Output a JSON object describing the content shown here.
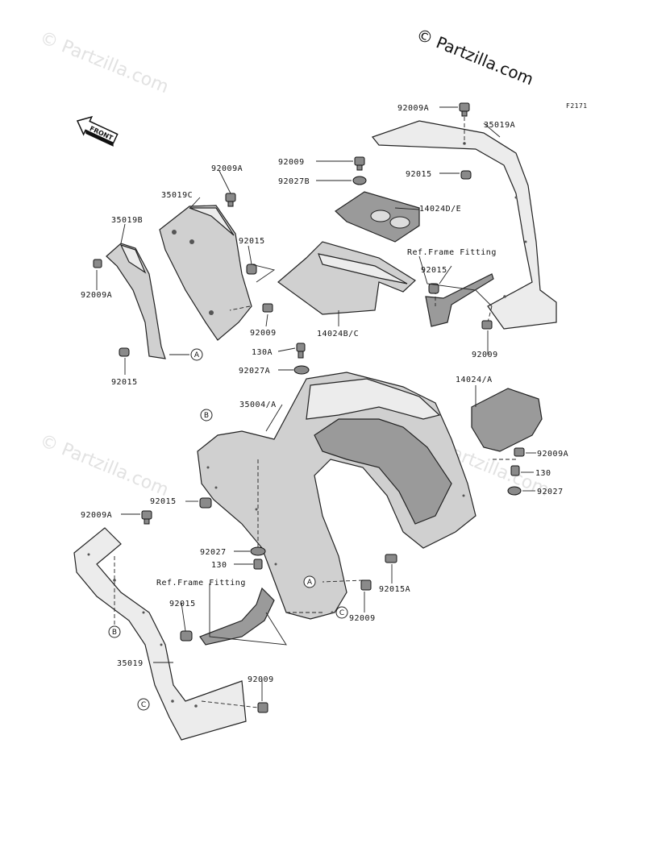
{
  "watermark": {
    "main": "© Partzilla.com",
    "faint": [
      "© Partzilla.com",
      "© Partzilla.com",
      "© Partzilla.com"
    ]
  },
  "figure_code": "F2171",
  "front_arrow": "FRONT",
  "ref_labels": [
    "A",
    "B",
    "C"
  ],
  "parts": [
    {
      "id": "p1",
      "label": "92009A"
    },
    {
      "id": "p2",
      "label": "35019A"
    },
    {
      "id": "p3",
      "label": "92009"
    },
    {
      "id": "p4",
      "label": "92027B"
    },
    {
      "id": "p5",
      "label": "92015"
    },
    {
      "id": "p6",
      "label": "14024D/E"
    },
    {
      "id": "p7",
      "label": "92009A"
    },
    {
      "id": "p8",
      "label": "35019C"
    },
    {
      "id": "p9",
      "label": "35019B"
    },
    {
      "id": "p10",
      "label": "92015"
    },
    {
      "id": "p11",
      "label": "92009A"
    },
    {
      "id": "p12",
      "label": "92009"
    },
    {
      "id": "p13",
      "label": "92015"
    },
    {
      "id": "p14",
      "label": "Ref.Frame Fitting"
    },
    {
      "id": "p15",
      "label": "92015"
    },
    {
      "id": "p16",
      "label": "14024B/C"
    },
    {
      "id": "p17",
      "label": "92009"
    },
    {
      "id": "p18",
      "label": "130A"
    },
    {
      "id": "p19",
      "label": "92027A"
    },
    {
      "id": "p20",
      "label": "14024/A"
    },
    {
      "id": "p21",
      "label": "35004/A"
    },
    {
      "id": "p22",
      "label": "92009A"
    },
    {
      "id": "p23",
      "label": "130"
    },
    {
      "id": "p24",
      "label": "92027"
    },
    {
      "id": "p25",
      "label": "92015"
    },
    {
      "id": "p26",
      "label": "92009A"
    },
    {
      "id": "p27",
      "label": "92027"
    },
    {
      "id": "p28",
      "label": "130"
    },
    {
      "id": "p29",
      "label": "Ref.Frame Fitting"
    },
    {
      "id": "p30",
      "label": "92015A"
    },
    {
      "id": "p31",
      "label": "92009"
    },
    {
      "id": "p32",
      "label": "92015"
    },
    {
      "id": "p33",
      "label": "35019"
    },
    {
      "id": "p34",
      "label": "92009"
    }
  ]
}
